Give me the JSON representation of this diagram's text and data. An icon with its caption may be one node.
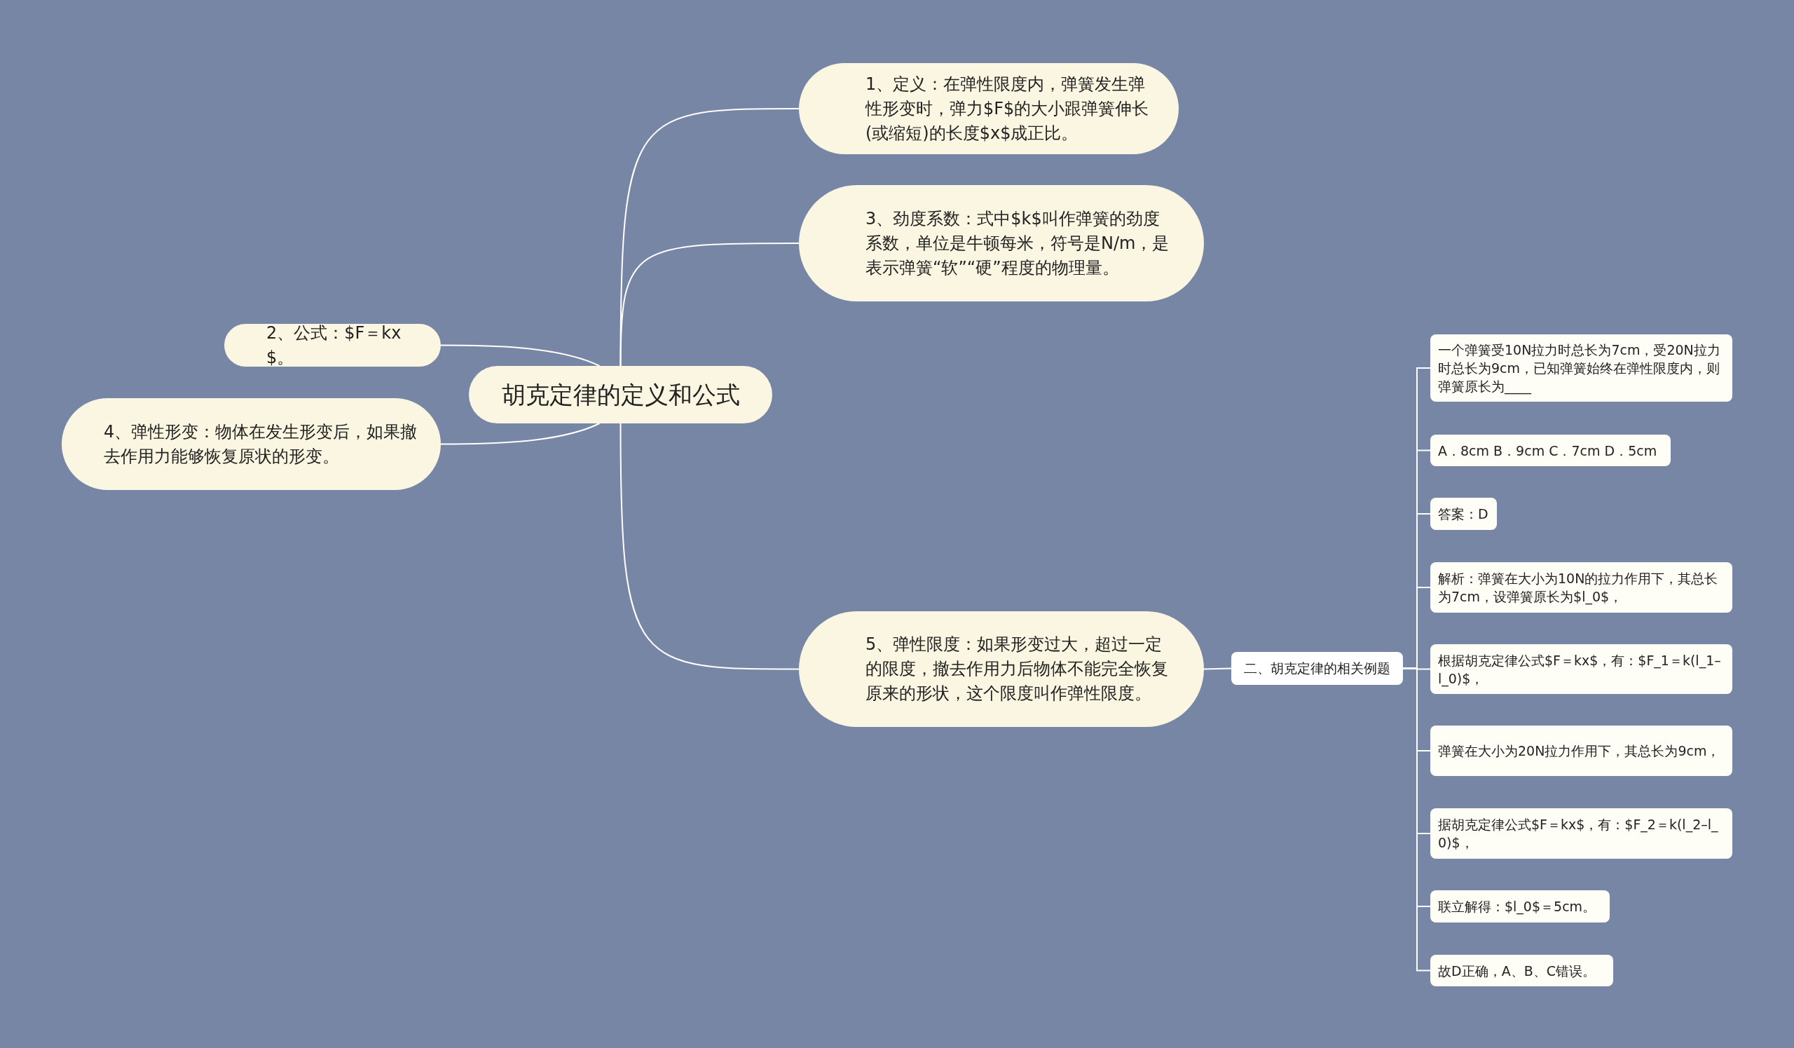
{
  "diagram": {
    "nodes": [
      {
        "text": [
          "胡克定律的定义和公式"
        ]
      },
      {
        "text": [
          "1、定义：在弹性限度内，弹簧发生弹性形变时，弹力$F$的大小跟弹簧伸长(或缩短)的长度$x$成正比。"
        ]
      },
      {
        "text": [
          "2、公式：$F＝kx$。"
        ]
      },
      {
        "text": [
          "3、劲度系数：式中$k$叫作弹簧的劲度系数，单位是牛顿每米，符号是N/m，是表示弹簧“软”“硬”程度的物理量。"
        ]
      },
      {
        "text": [
          "4、弹性形变：物体在发生形变后，如果撤去作用力能够恢复原状的形变。"
        ]
      },
      {
        "text": [
          "5、弹性限度：如果形变过大，超过一定的限度，撤去作用力后物体不能完全恢复原来的形状，这个限度叫作弹性限度。"
        ]
      },
      {
        "text": [
          "二、胡克定律的相关例题"
        ]
      },
      {
        "text": [
          "一个弹簧受10N拉力时总长为7cm，受20N拉力时总长为9cm，已知弹簧始终在弹性限度内，则弹簧原长为____"
        ]
      },
      {
        "text": [
          "A．8cm B．9cm C．7cm D．5cm"
        ]
      },
      {
        "text": [
          "答案：D"
        ]
      },
      {
        "text": [
          "解析：弹簧在大小为10N的拉力作用下，其总长为7cm，设弹簧原长为$l_0$，"
        ]
      },
      {
        "text": [
          "根据胡克定律公式$F＝kx$，有：$F_1＝k(l_1–l_0)$，"
        ]
      },
      {
        "text": [
          "弹簧在大小为20N拉力作用下，其总长为9cm，"
        ]
      },
      {
        "text": [
          "据胡克定律公式$F＝kx$，有：$F_2＝k(l_2–l_0)$，"
        ]
      },
      {
        "text": [
          "联立解得：$l_0$＝5cm。"
        ]
      },
      {
        "text": [
          "故D正确，A、B、C错误。"
        ]
      }
    ],
    "edges": [
      {
        "from": 0,
        "to": 1,
        "arrow": "none"
      },
      {
        "from": 0,
        "to": 2,
        "arrow": "none"
      },
      {
        "from": 0,
        "to": 3,
        "arrow": "none"
      },
      {
        "from": 0,
        "to": 4,
        "arrow": "none"
      },
      {
        "from": 0,
        "to": 5,
        "arrow": "none"
      },
      {
        "from": 5,
        "to": 6,
        "arrow": "none"
      },
      {
        "from": 6,
        "to": 7,
        "arrow": "none"
      },
      {
        "from": 6,
        "to": 8,
        "arrow": "none"
      },
      {
        "from": 6,
        "to": 9,
        "arrow": "none"
      },
      {
        "from": 6,
        "to": 10,
        "arrow": "none"
      },
      {
        "from": 6,
        "to": 11,
        "arrow": "none"
      },
      {
        "from": 6,
        "to": 12,
        "arrow": "none"
      },
      {
        "from": 6,
        "to": 13,
        "arrow": "none"
      },
      {
        "from": 6,
        "to": 14,
        "arrow": "none"
      },
      {
        "from": 6,
        "to": 15,
        "arrow": "none"
      }
    ]
  }
}
